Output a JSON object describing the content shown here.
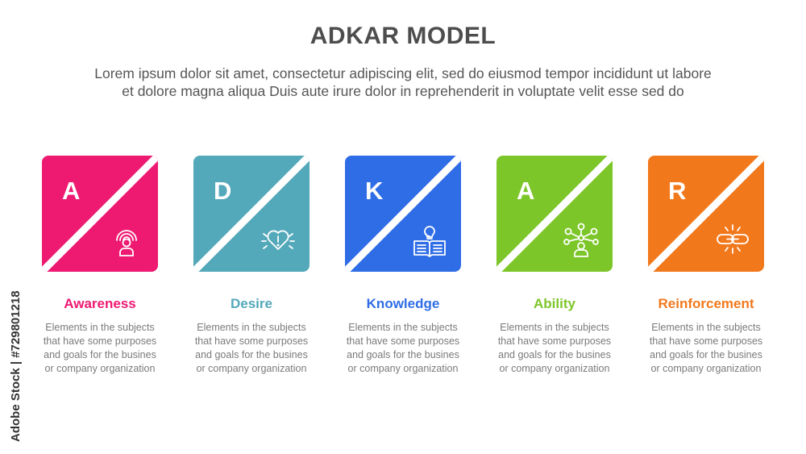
{
  "title": "ADKAR MODEL",
  "subtitle": [
    "Lorem ipsum dolor sit amet, consectetur adipiscing elit, sed do eiusmod tempor incididunt ut labore",
    "et dolore magna aliqua Duis aute irure dolor in reprehenderit in voluptate velit esse sed do"
  ],
  "items": [
    {
      "letter": "A",
      "name": "Awareness",
      "color": "#ee1a72",
      "icon": "person-broadcast-icon",
      "desc": [
        "Elements in the subjects",
        "that have some purposes",
        "and goals for the  busines",
        "or company organization"
      ]
    },
    {
      "letter": "D",
      "name": "Desire",
      "color": "#53a8ba",
      "icon": "heart-exclamation-icon",
      "desc": [
        "Elements in the subjects",
        "that have some purposes",
        "and goals for the  busines",
        "or company organization"
      ]
    },
    {
      "letter": "K",
      "name": "Knowledge",
      "color": "#2f6de6",
      "icon": "book-lightbulb-icon",
      "desc": [
        "Elements in the subjects",
        "that have some purposes",
        "and goals for the  busines",
        "or company organization"
      ]
    },
    {
      "letter": "A",
      "name": "Ability",
      "color": "#7dc629",
      "icon": "person-network-icon",
      "desc": [
        "Elements in the subjects",
        "that have some purposes",
        "and goals for the  busines",
        "or company organization"
      ]
    },
    {
      "letter": "R",
      "name": "Reinforcement",
      "color": "#f2781c",
      "icon": "chain-link-icon",
      "desc": [
        "Elements in the subjects",
        "that have some purposes",
        "and goals for the  busines",
        "or company organization"
      ]
    }
  ],
  "watermark": "Adobe Stock | #729801218"
}
